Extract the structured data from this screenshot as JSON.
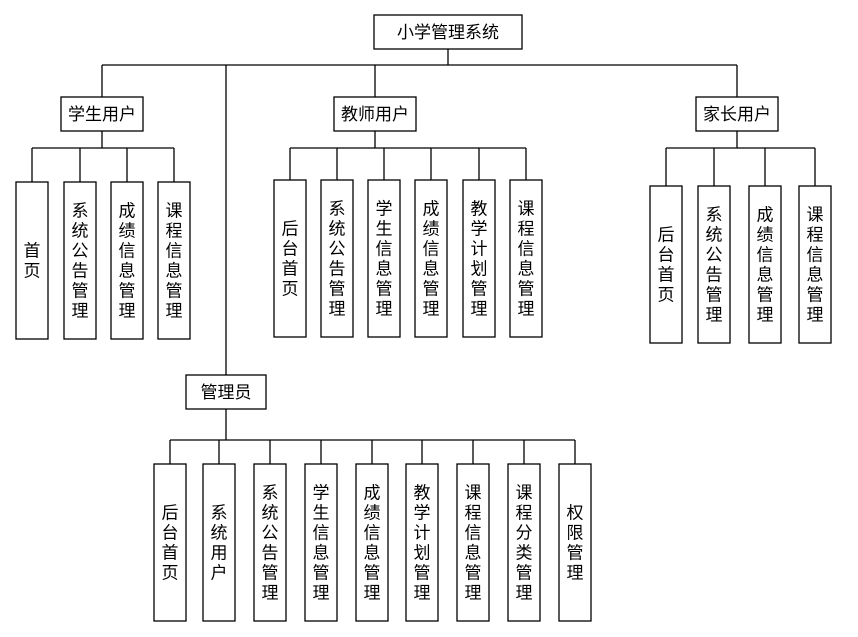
{
  "root": {
    "label": "小学管理系统"
  },
  "groups": [
    {
      "key": "student",
      "label": "学生用户",
      "items": [
        "首页",
        "系统公告管理",
        "成绩信息管理",
        "课程信息管理"
      ]
    },
    {
      "key": "teacher",
      "label": "教师用户",
      "items": [
        "后台首页",
        "系统公告管理",
        "学生信息管理",
        "成绩信息管理",
        "教学计划管理",
        "课程信息管理"
      ]
    },
    {
      "key": "parent",
      "label": "家长用户",
      "items": [
        "后台首页",
        "系统公告管理",
        "成绩信息管理",
        "课程信息管理"
      ]
    },
    {
      "key": "admin",
      "label": "管理员",
      "items": [
        "后台首页",
        "系统用户",
        "系统公告管理",
        "学生信息管理",
        "成绩信息管理",
        "教学计划管理",
        "课程信息管理",
        "课程分类管理",
        "权限管理"
      ]
    }
  ]
}
